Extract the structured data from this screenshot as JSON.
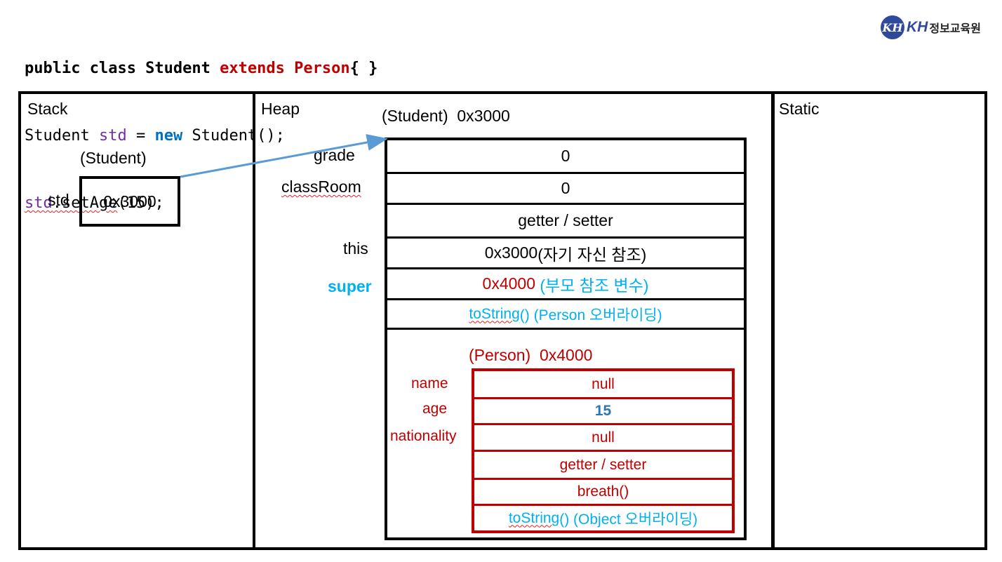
{
  "code": {
    "line1": {
      "a": "public class Student ",
      "b": "extends Person",
      "c": "{ }"
    },
    "line2": {
      "a": "Student ",
      "b": "std",
      "c": " = ",
      "d": "new",
      "e": " Student();"
    },
    "line3": {
      "a": "std",
      "b": ".setAge",
      "c": "(15);"
    }
  },
  "logo": {
    "mark": "KH",
    "brand": "KH",
    "org": "정보교육원"
  },
  "colors": {
    "red": "#c00000",
    "cyan": "#00b0f0",
    "keyword_blue": "#0070c0",
    "purple": "#7030a0",
    "arrow": "#5b9bd5"
  },
  "stack": {
    "title": "Stack",
    "var_type": "(Student)",
    "var_name": "std",
    "var_value": "0x3000"
  },
  "heap": {
    "title": "Heap",
    "student": {
      "header": "(Student)  0x3000",
      "labels": {
        "grade": "grade",
        "classRoom": "classRoom",
        "this": "this",
        "super": "super"
      },
      "cells": {
        "grade": "0",
        "classRoom": "0",
        "methods": "getter / setter",
        "this_prefix": "0x3000",
        "this_suffix": "(자기 자신 참조)",
        "super_prefix": "0x4000 ",
        "super_suffix": "(부모 참조 변수)",
        "tostring_a": "toString",
        "tostring_b": "() (Person 오버라이딩)"
      }
    },
    "person": {
      "header": "(Person)  0x4000",
      "labels": {
        "name": "name",
        "age": "age",
        "nationality": "nationality"
      },
      "cells": {
        "name": "null",
        "age": "15",
        "nationality": "null",
        "methods": "getter / setter",
        "breath": "breath()",
        "tostring_a": "toString",
        "tostring_b": "() (Object 오버라이딩)"
      }
    }
  },
  "static": {
    "title": "Static"
  }
}
